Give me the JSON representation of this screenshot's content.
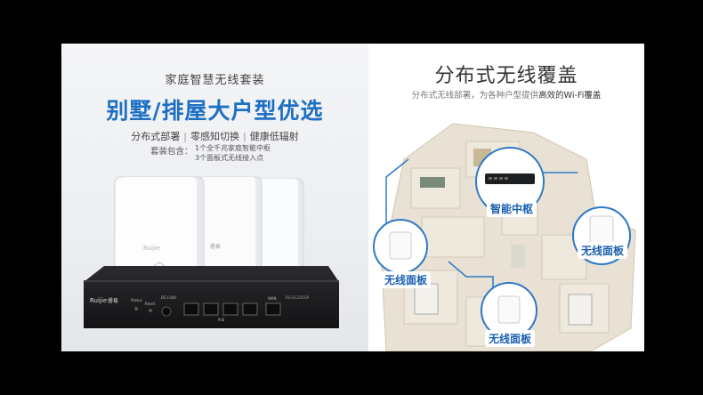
{
  "left": {
    "subtitle": "家庭智慧无线套装",
    "headline": "别墅/排屋大户型优选",
    "features": [
      "分布式部署",
      "零感知切换",
      "健康低辐射"
    ],
    "package_label": "套装包含：",
    "package_items": [
      "1个全千兆家庭智能中枢",
      "3个面板式无线接入点"
    ],
    "brand": "Ruijie",
    "brand_cn": "睿易",
    "router_panel": {
      "status_label": "Status",
      "reset_label": "Reset",
      "dc_label": "DC+24V",
      "wan_label": "WAN",
      "poe_label": "PoE",
      "model": "RG-EG105GP"
    }
  },
  "right": {
    "title": "分布式无线覆盖",
    "subtitle_prefix": "分布式无线部署，为各种户型提供",
    "subtitle_bold": "高效的Wi-Fi覆盖",
    "labels": {
      "hub": "智能中枢",
      "panel_right": "无线面板",
      "panel_left": "无线面板",
      "panel_bottom": "无线面板"
    }
  },
  "colors": {
    "accent_blue": "#1d6fc4",
    "label_blue": "#1a5fb0",
    "router_body": "#1b1c1e"
  }
}
